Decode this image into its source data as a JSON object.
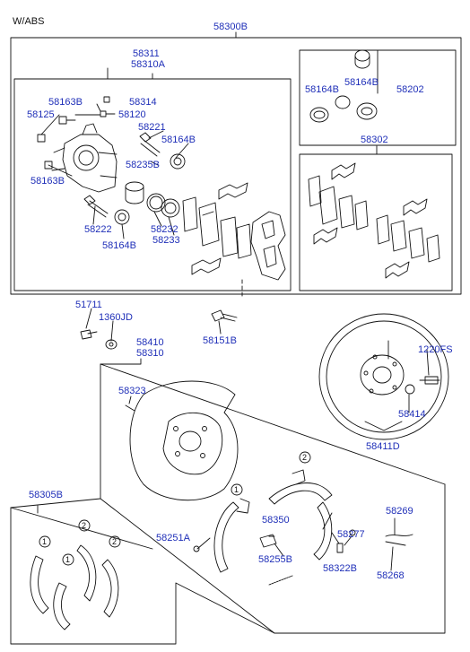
{
  "header": {
    "variant": "W/ABS"
  },
  "colors": {
    "part_number": "#1f2fb8",
    "line": "#111111"
  },
  "assemblies": {
    "caliper_assy": "58300B",
    "caliper_body_l": "58311",
    "caliper_body_r": "58310A",
    "seal_kit": "58202",
    "pad_kit": "58302",
    "backing_plate_l": "58410",
    "backing_plate_r": "58310",
    "disc_assy": "58411D",
    "shoe_kit": "58305B"
  },
  "parts": {
    "p58163B_top": "58163B",
    "p58314": "58314",
    "p58125": "58125",
    "p58120": "58120",
    "p58221": "58221",
    "p58164B_a": "58164B",
    "p58235B": "58235B",
    "p58163B_bot": "58163B",
    "p58222": "58222",
    "p58232": "58232",
    "p58233": "58233",
    "p58164B_b": "58164B",
    "p58164B_c": "58164B",
    "p58164B_d": "58164B",
    "p51711": "51711",
    "p1360JD": "1360JD",
    "p58151B": "58151B",
    "p1220FS": "1220FS",
    "p58323": "58323",
    "p58414": "58414",
    "p58350": "58350",
    "p58277": "58277",
    "p58269": "58269",
    "p58251A": "58251A",
    "p58255B": "58255B",
    "p58322B": "58322B",
    "p58268": "58268"
  },
  "callouts": {
    "one": "1",
    "two": "2"
  }
}
